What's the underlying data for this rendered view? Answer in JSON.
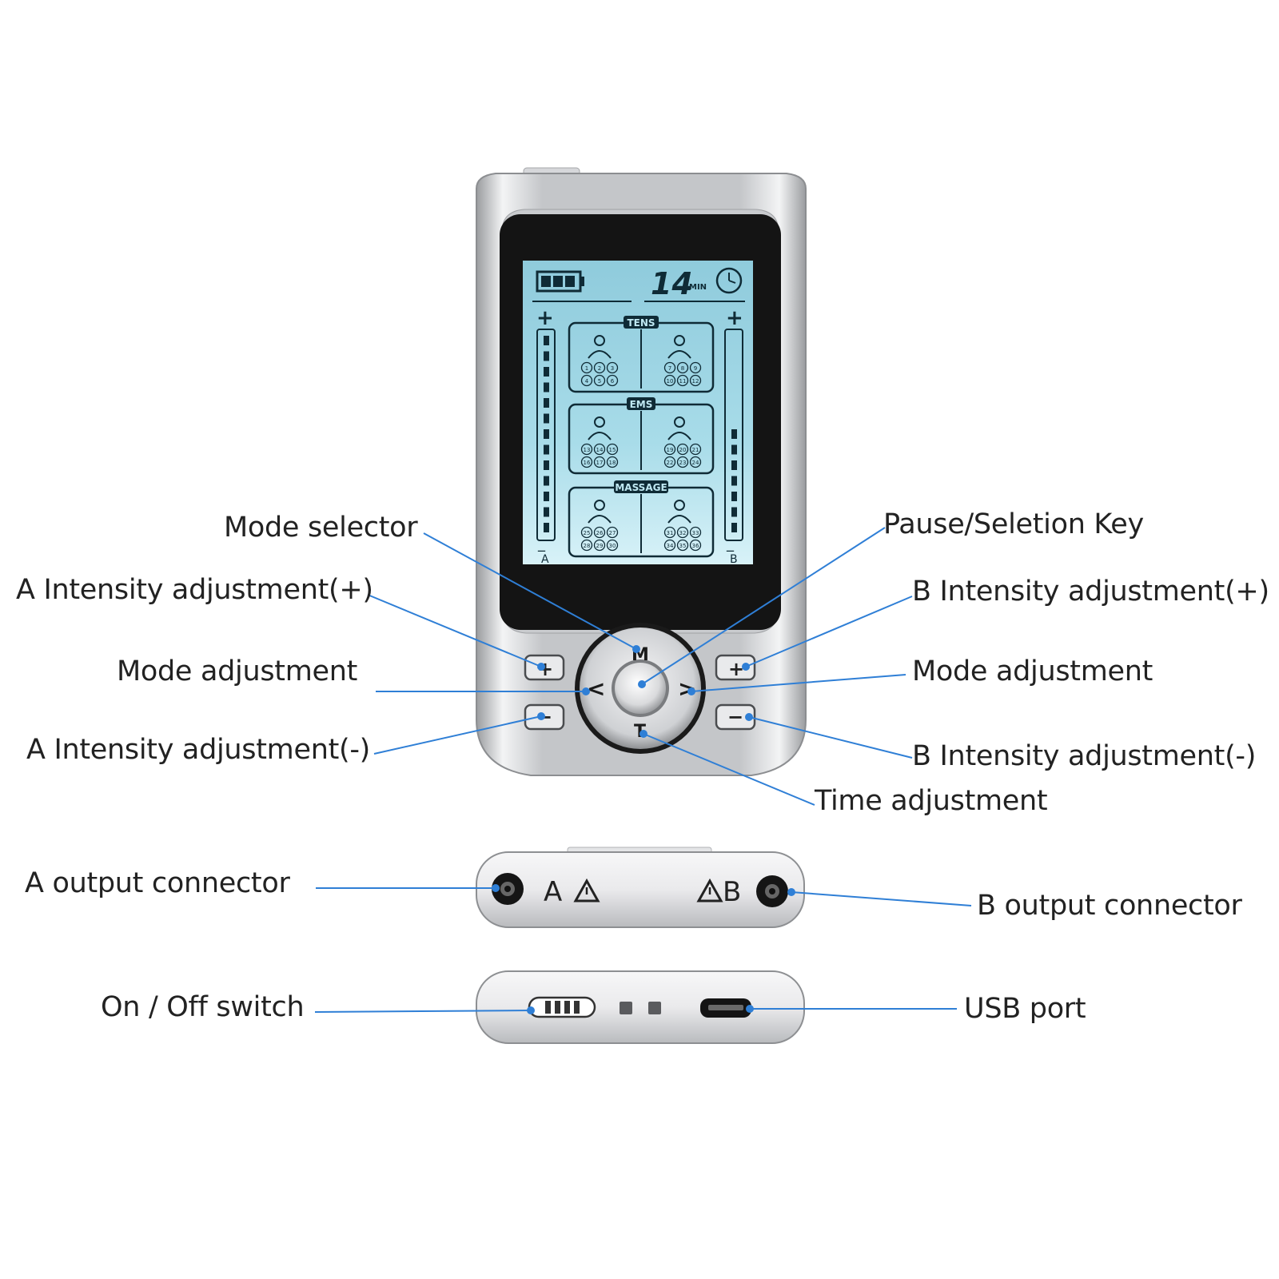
{
  "labels": {
    "mode_selector": "Mode selector",
    "a_intensity_plus": "A Intensity adjustment(+)",
    "mode_adjustment_left": "Mode adjustment",
    "a_intensity_minus": "A Intensity adjustment(-)",
    "pause_selection_key": "Pause/Seletion Key",
    "b_intensity_plus": "B Intensity adjustment(+)",
    "mode_adjustment_right": "Mode adjustment",
    "b_intensity_minus": "B Intensity adjustment(-)",
    "time_adjustment": "Time adjustment",
    "a_output_connector": "A output connector",
    "b_output_connector": "B output connector",
    "on_off_switch": "On / Off switch",
    "usb_port": "USB port"
  },
  "lcd": {
    "timer_value": "14",
    "timer_unit": "MIN",
    "channel_a": "A",
    "channel_b": "B",
    "plus": "+",
    "minus": "_",
    "sections": [
      {
        "title": "TENS",
        "left_programs": [
          "1",
          "2",
          "3",
          "4",
          "5",
          "6"
        ],
        "right_programs": [
          "7",
          "8",
          "9",
          "10",
          "11",
          "12"
        ]
      },
      {
        "title": "EMS",
        "left_programs": [
          "13",
          "14",
          "15",
          "16",
          "17",
          "18"
        ],
        "right_programs": [
          "19",
          "20",
          "21",
          "22",
          "23",
          "24"
        ]
      },
      {
        "title": "MASSAGE",
        "left_programs": [
          "25",
          "26",
          "27",
          "28",
          "29",
          "30"
        ],
        "right_programs": [
          "31",
          "32",
          "33",
          "34",
          "35",
          "36"
        ]
      }
    ],
    "battery_level": 1.0,
    "intensity_a_segments": 13,
    "intensity_b_segments": 7
  },
  "keys": {
    "mode": "M",
    "time": "T",
    "left": "<",
    "right": ">",
    "plus": "+",
    "minus": "−"
  },
  "connectors": {
    "a_mark": "A",
    "b_mark": "B"
  },
  "colors": {
    "callout_line": "#2f7fd6",
    "lcd_background": "#a9dde9",
    "lcd_ink": "#0f2b36",
    "casing_silver": "#c9cbcf",
    "bezel_black": "#121212"
  }
}
